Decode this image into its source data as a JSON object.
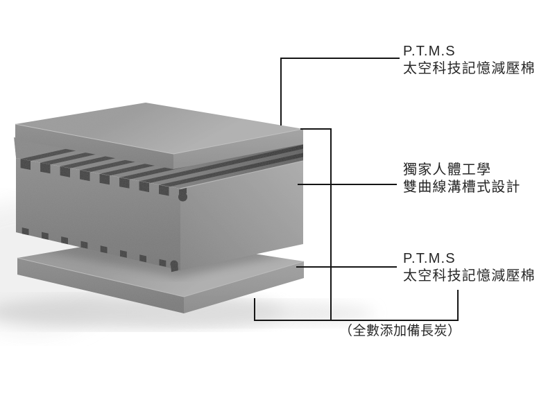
{
  "page": {
    "background": "#ffffff"
  },
  "colors": {
    "foam_gray": "#9a9a9a",
    "foam_groove_dark": "#3e3e3e",
    "connector_line": "#141414",
    "label_text": "#262626"
  },
  "diagram": {
    "layers": [
      {
        "id": "top-foam-layer",
        "type": "flat-slab"
      },
      {
        "id": "middle-foam-layer",
        "type": "grooved-block"
      },
      {
        "id": "bottom-foam-layer",
        "type": "flat-slab"
      }
    ]
  },
  "labels": [
    {
      "target": "top-foam-layer",
      "line1": "P.T.M.S",
      "line2": "太空科技記憶減壓棉"
    },
    {
      "target": "middle-foam-layer",
      "line1": "獨家人體工學",
      "line2": "雙曲線溝槽式設計"
    },
    {
      "target": "bottom-foam-layer",
      "line1": "P.T.M.S",
      "line2": "太空科技記憶減壓棉"
    }
  ],
  "footnote": {
    "text": "（全數添加備長炭）"
  }
}
